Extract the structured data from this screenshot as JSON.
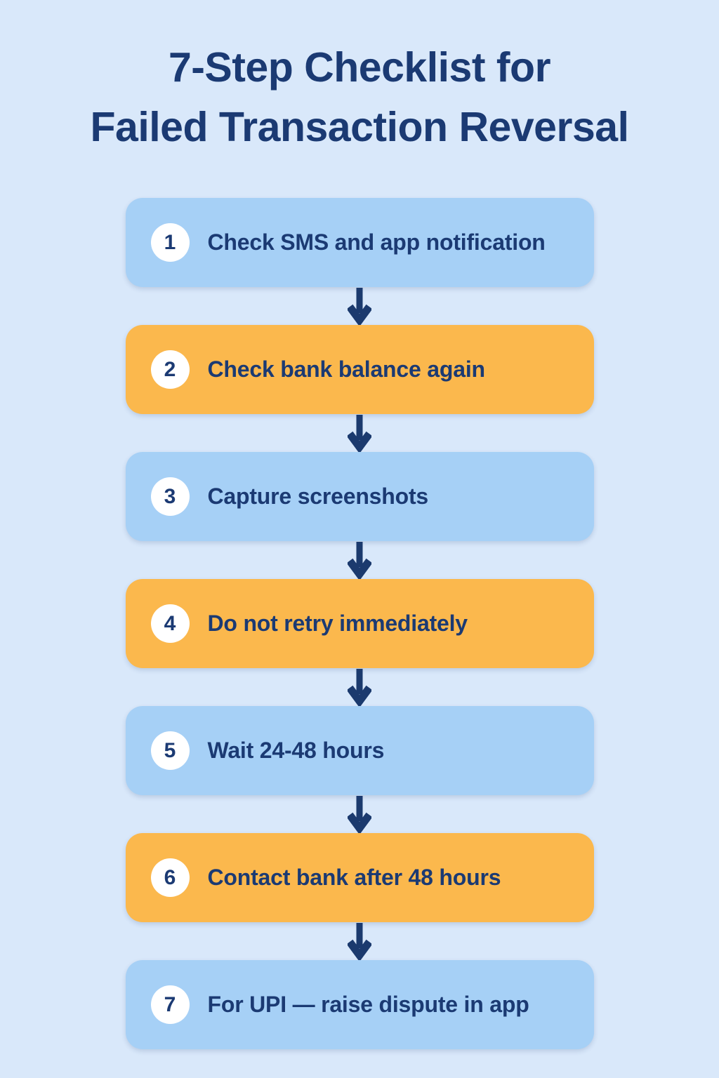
{
  "header": {
    "title_line1": "7-Step Checklist for",
    "title_line2": "Failed Transaction Reversal"
  },
  "colors": {
    "background": "#D9E8FA",
    "blue_box": "#A6D0F6",
    "orange_box": "#FBB84D",
    "navy_text": "#1B3A73",
    "arrow": "#1B3A6E",
    "number_circle": "#FFFFFF"
  },
  "icons": {
    "connector": "down-arrow-icon"
  },
  "steps": [
    {
      "number": "1",
      "label": "Check SMS and app notification",
      "variant": "blue"
    },
    {
      "number": "2",
      "label": "Check bank balance again",
      "variant": "orange"
    },
    {
      "number": "3",
      "label": "Capture screenshots",
      "variant": "blue"
    },
    {
      "number": "4",
      "label": "Do not retry immediately",
      "variant": "orange"
    },
    {
      "number": "5",
      "label": "Wait 24-48 hours",
      "variant": "blue"
    },
    {
      "number": "6",
      "label": "Contact bank after 48 hours",
      "variant": "orange"
    },
    {
      "number": "7",
      "label": "For UPI — raise dispute in app",
      "variant": "blue"
    }
  ]
}
